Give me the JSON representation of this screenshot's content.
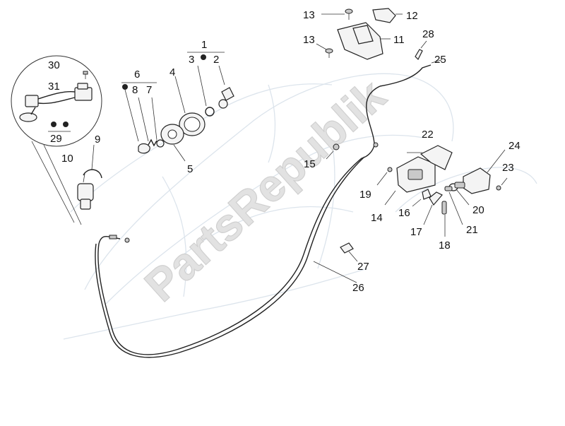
{
  "watermark": "PartsRepublik",
  "callouts": [
    {
      "id": "1",
      "label": "1"
    },
    {
      "id": "2",
      "label": "2"
    },
    {
      "id": "3",
      "label": "3"
    },
    {
      "id": "4",
      "label": "4"
    },
    {
      "id": "5",
      "label": "5"
    },
    {
      "id": "6",
      "label": "6"
    },
    {
      "id": "7",
      "label": "7"
    },
    {
      "id": "8",
      "label": "8"
    },
    {
      "id": "9",
      "label": "9"
    },
    {
      "id": "10",
      "label": "10"
    },
    {
      "id": "11",
      "label": "11"
    },
    {
      "id": "12",
      "label": "12"
    },
    {
      "id": "13a",
      "label": "13"
    },
    {
      "id": "13b",
      "label": "13"
    },
    {
      "id": "14",
      "label": "14"
    },
    {
      "id": "15",
      "label": "15"
    },
    {
      "id": "16",
      "label": "16"
    },
    {
      "id": "17",
      "label": "17"
    },
    {
      "id": "18",
      "label": "18"
    },
    {
      "id": "19",
      "label": "19"
    },
    {
      "id": "20",
      "label": "20"
    },
    {
      "id": "21",
      "label": "21"
    },
    {
      "id": "22",
      "label": "22"
    },
    {
      "id": "23",
      "label": "23"
    },
    {
      "id": "24",
      "label": "24"
    },
    {
      "id": "25",
      "label": "25"
    },
    {
      "id": "26",
      "label": "26"
    },
    {
      "id": "27",
      "label": "27"
    },
    {
      "id": "28",
      "label": "28"
    },
    {
      "id": "29",
      "label": "29"
    },
    {
      "id": "30",
      "label": "30"
    },
    {
      "id": "31",
      "label": "31"
    }
  ]
}
